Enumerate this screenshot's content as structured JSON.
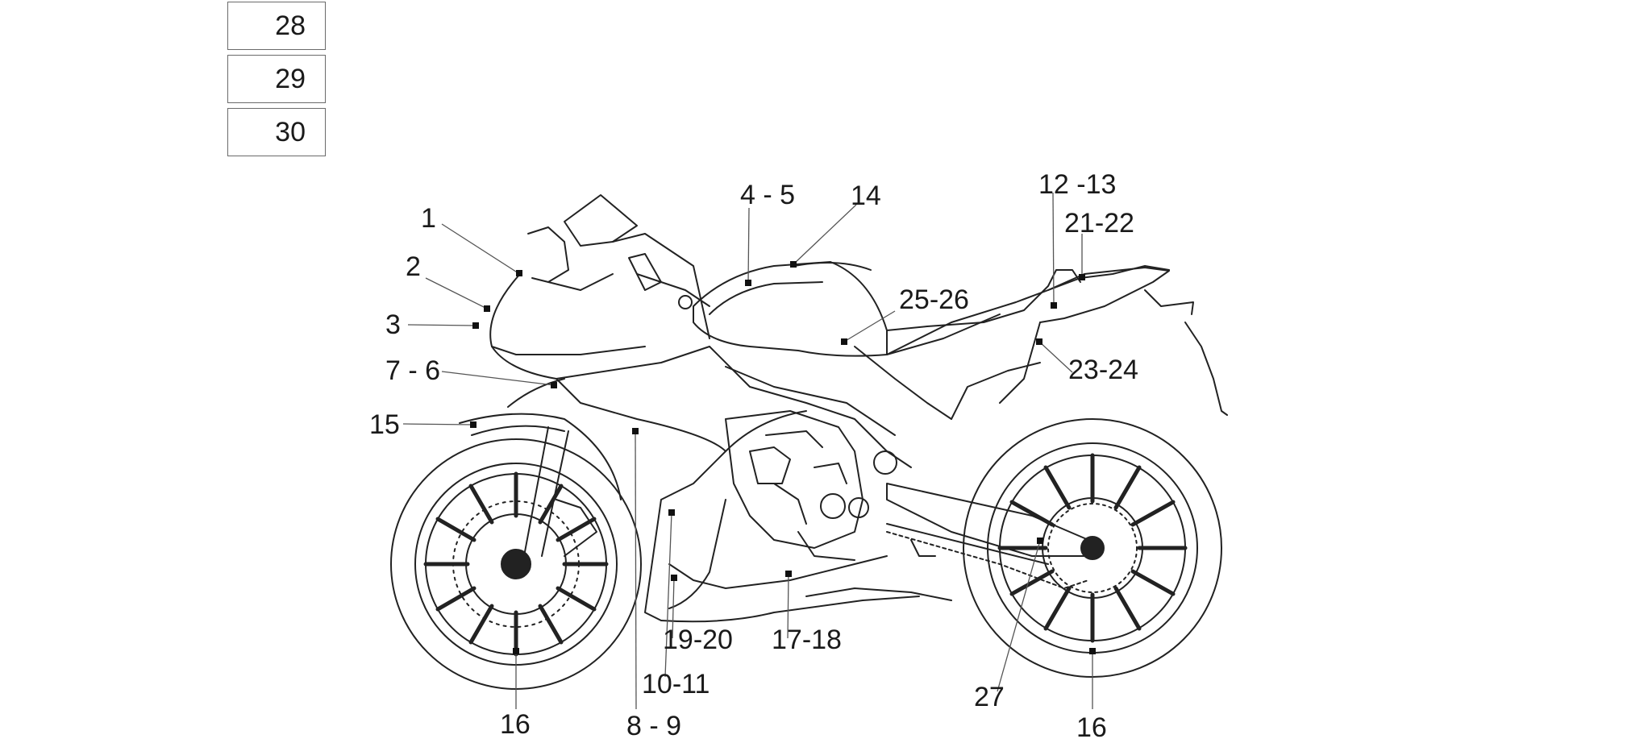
{
  "legend_boxes": [
    "28",
    "29",
    "30"
  ],
  "callouts": {
    "c1": "1",
    "c2": "2",
    "c3": "3",
    "c7_6": "7 - 6",
    "c15": "15",
    "c4_5": "4 - 5",
    "c14": "14",
    "c25_26": "25-26",
    "c12_13": "12 -13",
    "c21_22": "21-22",
    "c23_24": "23-24",
    "c19_20": "19-20",
    "c17_18": "17-18",
    "c10_11": "10-11",
    "c8_9": "8 - 9",
    "c16_front": "16",
    "c27": "27",
    "c16_rear": "16"
  }
}
